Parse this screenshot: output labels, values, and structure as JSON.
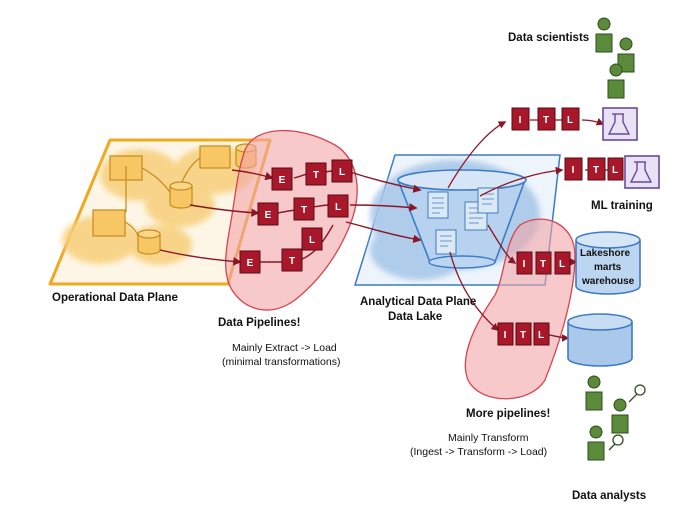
{
  "labels": {
    "operational": "Operational Data Plane",
    "pipelines": "Data Pipelines!",
    "pipelines_note_1": "Mainly Extract -> Load",
    "pipelines_note_2": "(minimal transformations)",
    "analytical_1": "Analytical Data Plane",
    "analytical_2": "Data Lake",
    "data_scientists": "Data scientists",
    "ml_training": "ML training",
    "lakeshore_1": "Lakeshore",
    "lakeshore_2": "marts",
    "lakeshore_3": "warehouse",
    "more_pipelines": "More pipelines!",
    "more_note_1": "Mainly Transform",
    "more_note_2": "(Ingest -> Transform -> Load)",
    "data_analysts": "Data analysts"
  },
  "etl_letters": {
    "e": "E",
    "t": "T",
    "l": "L",
    "i": "I"
  },
  "colors": {
    "operational": "#f0a81e",
    "operational_fill": "#f7cf79",
    "pipelines_fill": "#f2a5a8",
    "pipelines_stroke": "#d8444e",
    "lake": "#3d7cc4",
    "lake_fill": "#a9c8ea",
    "etl_box": "#a8182a",
    "arrow": "#8c1525",
    "person": "#5a8a3a",
    "lab": "#6b4a9a"
  },
  "icons": [
    "database-icon",
    "document-icon",
    "flask-icon",
    "person-icon"
  ]
}
